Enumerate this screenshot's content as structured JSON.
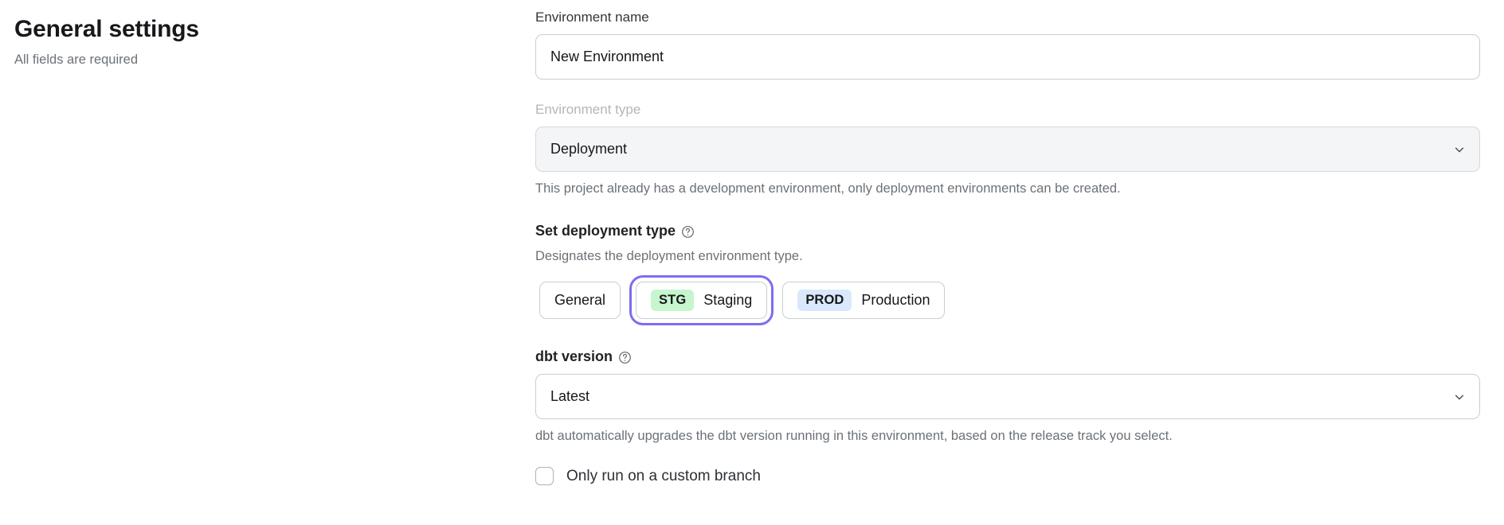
{
  "header": {
    "title": "General settings",
    "subtitle": "All fields are required"
  },
  "form": {
    "environment_name": {
      "label": "Environment name",
      "value": "New Environment",
      "placeholder": "Environment name"
    },
    "environment_type": {
      "label": "Environment type",
      "label_state": "disabled",
      "value": "Deployment",
      "chevron_icon": "chevron-down-icon",
      "helper": "This project already has a development environment, only deployment environments can be created."
    },
    "deployment_type": {
      "heading": "Set deployment type",
      "help_icon": "question-circle-icon",
      "description": "Designates the deployment environment type.",
      "options": [
        {
          "id": "general",
          "badge": "",
          "label": "General",
          "selected": false
        },
        {
          "id": "staging",
          "badge": "STG",
          "label": "Staging",
          "selected": true
        },
        {
          "id": "production",
          "badge": "PROD",
          "label": "Production",
          "selected": false
        }
      ]
    },
    "dbt_version": {
      "heading": "dbt version",
      "help_icon": "question-circle-icon",
      "value": "Latest",
      "chevron_icon": "chevron-down-icon",
      "helper": "dbt automatically upgrades the dbt version running in this environment, based on the release track you select."
    },
    "custom_branch": {
      "label": "Only run on a custom branch",
      "checked": false
    }
  },
  "colors": {
    "focus_ring": "#7c6df2",
    "badge_staging_bg": "#c7f5cd",
    "badge_production_bg": "#d9e8fb",
    "border": "#c9cdd2",
    "muted_text": "#6b7177",
    "disabled_text": "#b2b6bb"
  }
}
